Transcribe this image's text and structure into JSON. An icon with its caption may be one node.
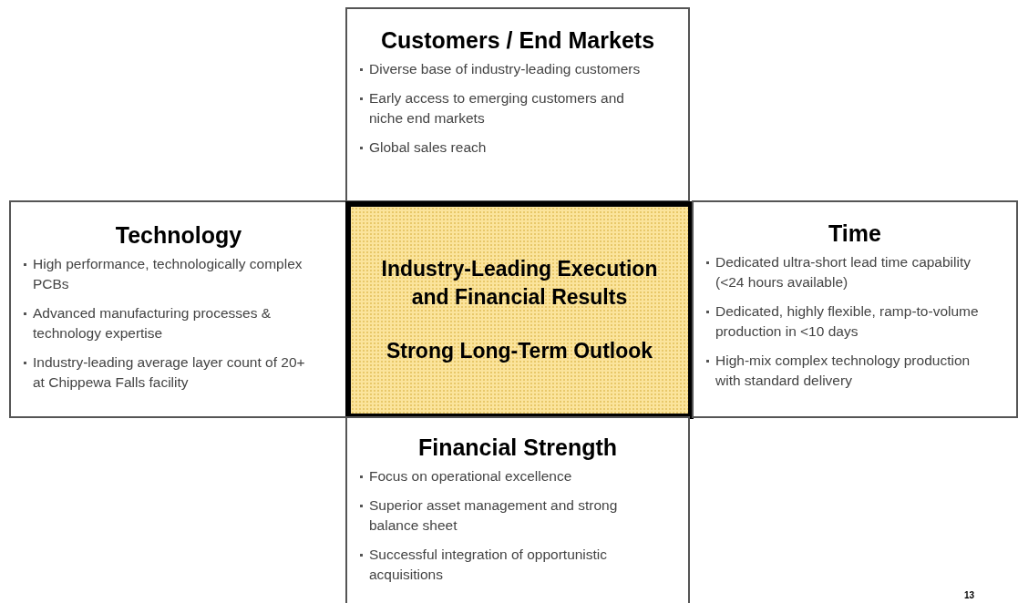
{
  "diagram": {
    "nodes": [
      {
        "text": [
          "Customers / End Markets",
          "Diverse base of industry-leading customers",
          "Early access to emerging customers and niche end markets",
          "Global sales reach"
        ]
      },
      {
        "text": [
          "Technology",
          "High performance, technologically complex PCBs",
          "Advanced manufacturing processes & technology expertise",
          "Industry-leading average layer count of 20+ at Chippewa Falls facility"
        ]
      },
      {
        "text": [
          "Industry-Leading Execution and Financial Results",
          "Strong Long-Term Outlook"
        ]
      },
      {
        "text": [
          "Time",
          "Dedicated ultra-short lead time capability (<24 hours available)",
          "Dedicated, highly flexible, ramp-to-volume production in <10 days",
          "High-mix complex technology production with standard delivery"
        ]
      },
      {
        "text": [
          "Financial Strength",
          "Focus on operational excellence",
          "Superior asset management and strong balance sheet",
          "Successful integration of opportunistic acquisitions"
        ]
      }
    ],
    "labels": [
      "13"
    ]
  }
}
